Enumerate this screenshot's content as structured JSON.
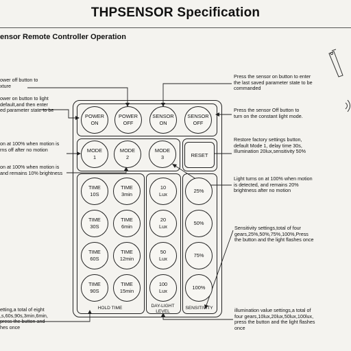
{
  "title": "THPSENSOR Specification",
  "subtitle": "ensor Remote Controller Operation",
  "notes": {
    "left_power_off": "ower off button to\nxture",
    "left_power_on": "ower on button to light\ndefault,and then enter\ned parameter state to be",
    "left_mode1": "on at 100% when motion is\nrns off after no motion",
    "left_mode2": "on at 100% when motion is\nand remains 10% brightness",
    "left_time": "etting,a total of eight\n,s,60s,90s,3min,6min,\npress the button and\nhes once",
    "right_sensor_on": "Press the sensor on button to enter\nthe last saved parameter state to be\ncommanded",
    "right_sensor_off": "Press the sensor Off button to\nturn on the constant light mode.",
    "right_reset": "Restore factory settings button,\ndefault Mode 1, delay time 30s,\nIllumination 20lux,sensitivity 50%",
    "right_mode3": "Light turns on at 100% when motion\nis detected, and remains 20%\nbrightness after no motion",
    "right_sensitivity": "Sensitivity settings,total of four\ngears,25%,50%,75%,100%,Press\nthe button and the light flashes once",
    "right_illumination": "illumination value settings,a total of\nfour gears,10lux,20lux,50lux,100lux,\npress the button and the light flashes\nonce"
  },
  "buttons": {
    "power_on": [
      "POWER",
      "ON"
    ],
    "power_off": [
      "POWER",
      "OFF"
    ],
    "sensor_on": [
      "SENSOR",
      "ON"
    ],
    "sensor_off": [
      "SENSOR",
      "OFF"
    ],
    "mode1": [
      "MODE",
      "1"
    ],
    "mode2": [
      "MODE",
      "2"
    ],
    "mode3": [
      "MODE",
      "3"
    ],
    "reset": "RESET",
    "time10s": [
      "TIME",
      "10S"
    ],
    "time3min": [
      "TIME",
      "3min"
    ],
    "time30s": [
      "TIME",
      "30S"
    ],
    "time6min": [
      "TIME",
      "6min"
    ],
    "time60s": [
      "TIME",
      "60S"
    ],
    "time12min": [
      "TIME",
      "12min"
    ],
    "time90s": [
      "TIME",
      "90S"
    ],
    "time15min": [
      "TIME",
      "15min"
    ],
    "lux10": [
      "10",
      "Lux"
    ],
    "lux20": [
      "20",
      "Lux"
    ],
    "lux50": [
      "50",
      "Lux"
    ],
    "lux100": [
      "100",
      "Lux"
    ],
    "sens25": "25%",
    "sens50": "50%",
    "sens75": "75%",
    "sens100": "100%"
  },
  "panel_labels": {
    "hold_time": "HOLD TIME",
    "daylight_1": "DAY-LIGHT",
    "daylight_2": "LEVEL",
    "sensitivity": "SENSITIVITY"
  }
}
